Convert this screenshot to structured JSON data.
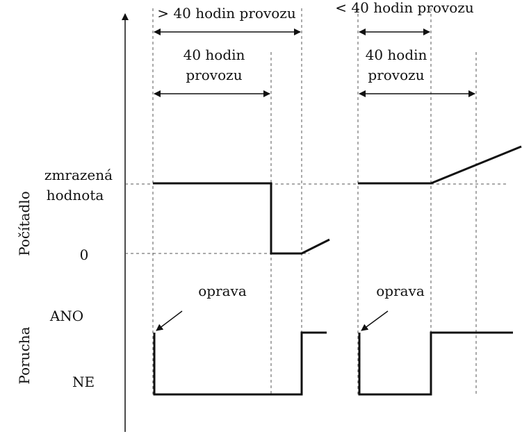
{
  "title": "",
  "labels": {
    "top_left_span": "> 40 hodin provozu",
    "top_right_span": "< 40 hodin provozu",
    "hours_left_line1": "40 hodin",
    "hours_left_line2": "provozu",
    "hours_right_line1": "40 hodin",
    "hours_right_line2": "provozu",
    "frozen_line1": "zmrazená",
    "frozen_line2": "hodnota",
    "zero": "0",
    "counter_axis": "Počítadlo",
    "fault_axis": "Porucha",
    "yes": "ANO",
    "no": "NE",
    "repair_left": "oprava",
    "repair_right": "oprava"
  },
  "colors": {
    "signal": "#111111",
    "guide": "#555555",
    "background": "#ffffff"
  }
}
